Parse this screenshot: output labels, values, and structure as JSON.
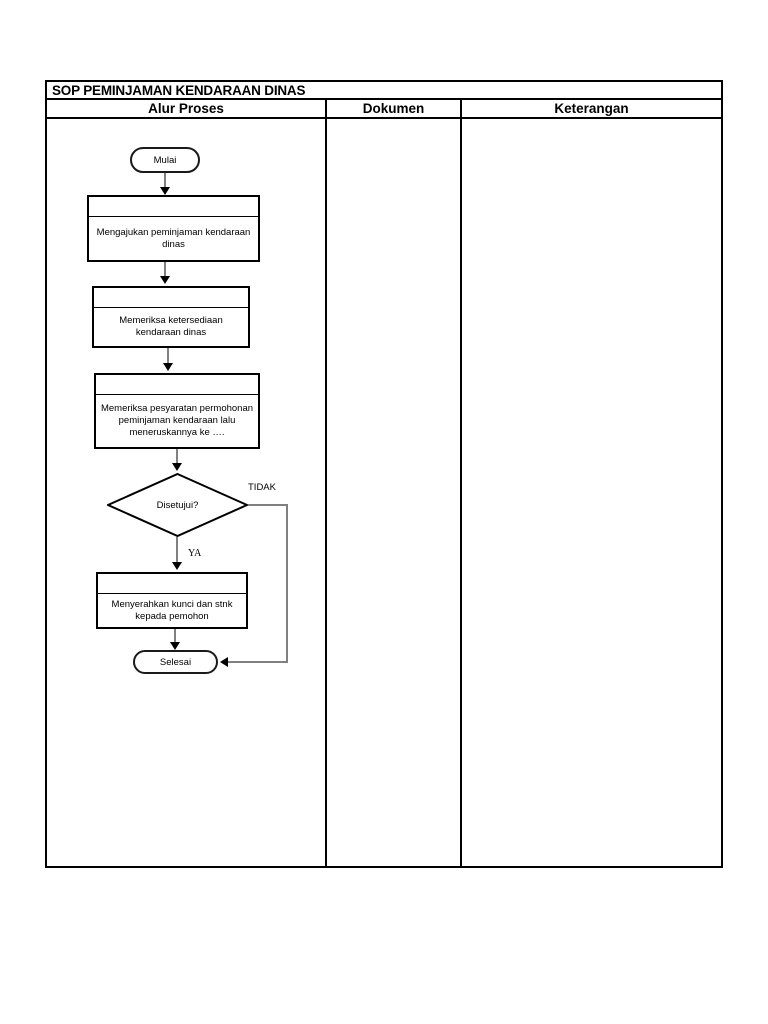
{
  "document": {
    "title": "SOP PEMINJAMAN KENDARAAN DINAS",
    "columns": [
      {
        "label": "Alur Proses"
      },
      {
        "label": "Dokumen"
      },
      {
        "label": "Keterangan"
      }
    ]
  },
  "flowchart": {
    "nodes": [
      {
        "id": "start",
        "type": "terminator",
        "label": "Mulai"
      },
      {
        "id": "step1",
        "type": "process",
        "label": "Mengajukan peminjaman kendaraan dinas"
      },
      {
        "id": "step2",
        "type": "process",
        "label": "Memeriksa ketersediaan kendaraan dinas"
      },
      {
        "id": "step3",
        "type": "process",
        "label": "Memeriksa pesyaratan permohonan peminjaman kendaraan lalu meneruskannya ke …."
      },
      {
        "id": "decision",
        "type": "decision",
        "label": "Disetujui?"
      },
      {
        "id": "step4",
        "type": "process",
        "label": "Menyerahkan kunci dan stnk kepada pemohon"
      },
      {
        "id": "end",
        "type": "terminator",
        "label": "Selesai"
      }
    ],
    "branches": {
      "no_label": "TIDAK",
      "yes_label": "YA"
    }
  },
  "colors": {
    "border": "#000000",
    "connector": "#808080",
    "background": "#ffffff"
  }
}
